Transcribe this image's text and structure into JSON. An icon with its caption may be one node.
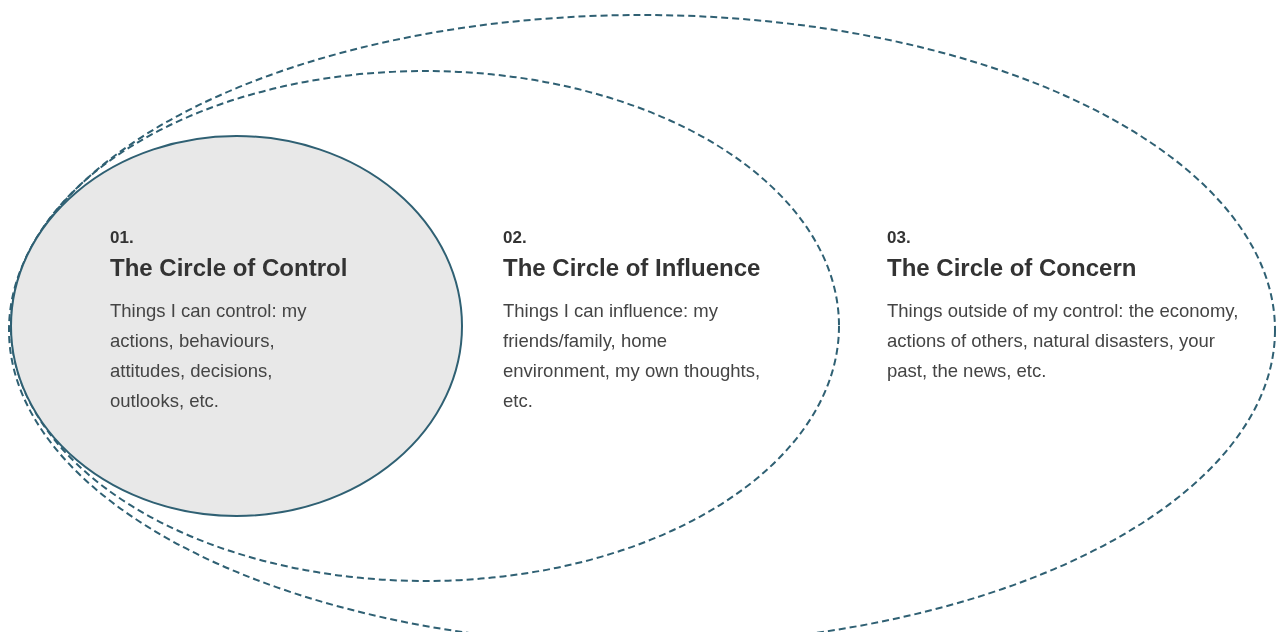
{
  "diagram": {
    "nodes": [
      {
        "text": [
          "03.",
          "The Circle of Concern",
          "Things outside of my control: the economy, actions of others, natural disasters, your past, the news, etc."
        ]
      },
      {
        "text": [
          "02.",
          "The Circle of Influence",
          "Things I can influence: my friends/family, home environment, my own thoughts, etc."
        ],
        "in": 0
      },
      {
        "text": [
          "01.",
          "The Circle of Control",
          "Things I can control: my actions, behaviours, attitudes, decisions, outlooks, etc."
        ],
        "in": 1
      }
    ]
  }
}
